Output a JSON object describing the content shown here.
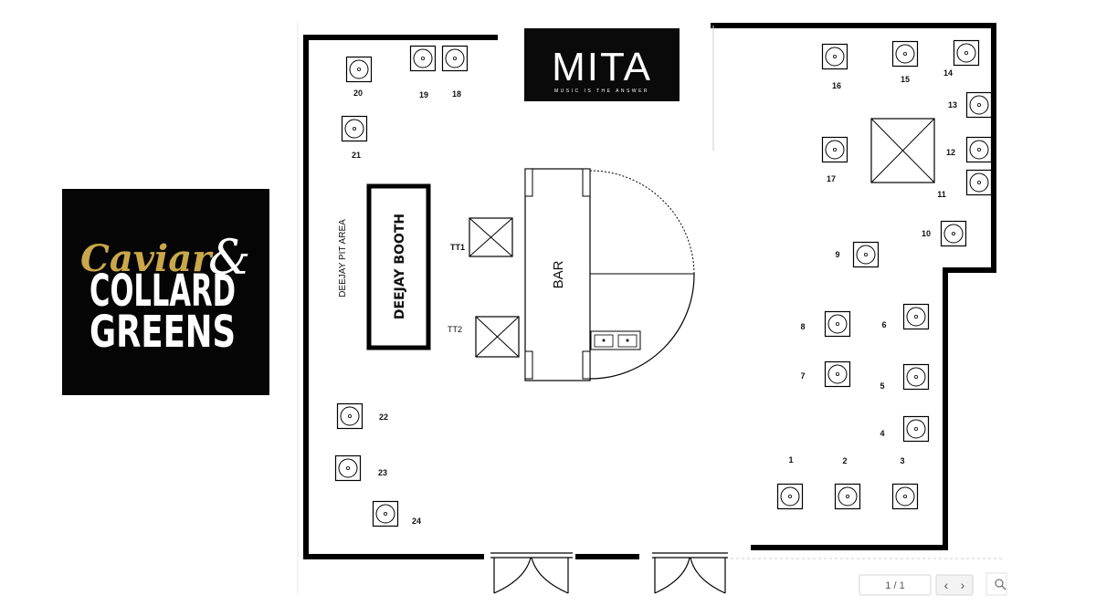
{
  "logo": {
    "word1": "Caviar",
    "ampersand": "&",
    "word2": "COLLARD",
    "word3": "GREENS",
    "gold_color": "#c9a74a"
  },
  "mita": {
    "name": "MITA",
    "tagline": "MUSIC IS THE ANSWER"
  },
  "labels": {
    "deejay_booth": "DEEJAY BOOTH",
    "deejay_pit_area": "DEEJAY PIT AREA",
    "bar": "BAR",
    "tt1": "TT1",
    "tt2": "TT2"
  },
  "tables": [
    {
      "num": "1"
    },
    {
      "num": "2"
    },
    {
      "num": "3"
    },
    {
      "num": "4"
    },
    {
      "num": "5"
    },
    {
      "num": "6"
    },
    {
      "num": "7"
    },
    {
      "num": "8"
    },
    {
      "num": "9"
    },
    {
      "num": "10"
    },
    {
      "num": "11"
    },
    {
      "num": "12"
    },
    {
      "num": "13"
    },
    {
      "num": "14"
    },
    {
      "num": "15"
    },
    {
      "num": "16"
    },
    {
      "num": "17"
    },
    {
      "num": "18"
    },
    {
      "num": "19"
    },
    {
      "num": "20"
    },
    {
      "num": "21"
    },
    {
      "num": "22"
    },
    {
      "num": "23"
    },
    {
      "num": "24"
    }
  ],
  "pager": {
    "page_indicator": "1 / 1",
    "prev": "‹",
    "next": "›"
  },
  "icons": {
    "zoom": "zoom-icon"
  }
}
